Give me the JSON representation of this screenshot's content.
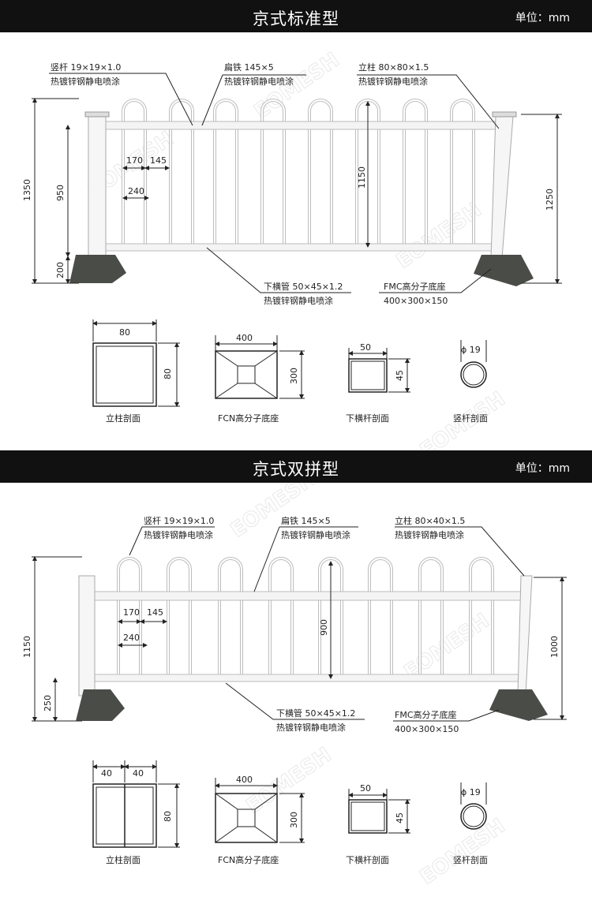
{
  "watermark": "EOMESH",
  "colors": {
    "banner": "#111111",
    "post": "#f6f6f6",
    "base": "#4a4d47",
    "line": "#222222"
  },
  "section1": {
    "title": "京式标准型",
    "unit": "单位：mm",
    "callouts": {
      "picket_spec": "竖杆 19×19×1.0",
      "picket_finish": "热镀锌钢静电喷涂",
      "flat_spec": "扁铁 145×5",
      "flat_finish": "热镀锌钢静电喷涂",
      "post_spec": "立柱 80×80×1.5",
      "post_finish": "热镀锌钢静电喷涂",
      "rail_spec": "下横管 50×45×1.2",
      "rail_finish": "热镀锌钢静电喷涂",
      "base_spec": "FMC高分子底座",
      "base_size": "400×300×150"
    },
    "dims": {
      "total_h": "1350",
      "mid_h": "950",
      "base_h": "200",
      "gap1": "170",
      "gap2": "145",
      "pitch": "240",
      "picket_h": "1150",
      "post_h": "1250"
    },
    "sections": [
      {
        "top": "80",
        "side": "80",
        "caption": "立柱剖面"
      },
      {
        "top": "400",
        "side": "300",
        "caption": "FCN高分子底座"
      },
      {
        "top": "50",
        "side": "45",
        "caption": "下横杆剖面"
      },
      {
        "top": "ϕ 19",
        "side": "",
        "caption": "竖杆剖面"
      }
    ]
  },
  "section2": {
    "title": "京式双拼型",
    "unit": "单位：mm",
    "callouts": {
      "picket_spec": "竖杆 19×19×1.0",
      "picket_finish": "热镀锌钢静电喷涂",
      "flat_spec": "扁铁 145×5",
      "flat_finish": "热镀锌钢静电喷涂",
      "post_spec": "立柱 80×40×1.5",
      "post_finish": "热镀锌钢静电喷涂",
      "rail_spec": "下横管 50×45×1.2",
      "rail_finish": "热镀锌钢静电喷涂",
      "base_spec": "FMC高分子底座",
      "base_size": "400×300×150"
    },
    "dims": {
      "total_h": "1150",
      "base_h": "250",
      "gap1": "170",
      "gap2": "145",
      "pitch": "240",
      "picket_h": "900",
      "post_h": "1000"
    },
    "sections": [
      {
        "top_a": "40",
        "top_b": "40",
        "side": "80",
        "caption": "立柱剖面"
      },
      {
        "top": "400",
        "side": "300",
        "caption": "FCN高分子底座"
      },
      {
        "top": "50",
        "side": "45",
        "caption": "下横杆剖面"
      },
      {
        "top": "ϕ 19",
        "side": "",
        "caption": "竖杆剖面"
      }
    ]
  }
}
